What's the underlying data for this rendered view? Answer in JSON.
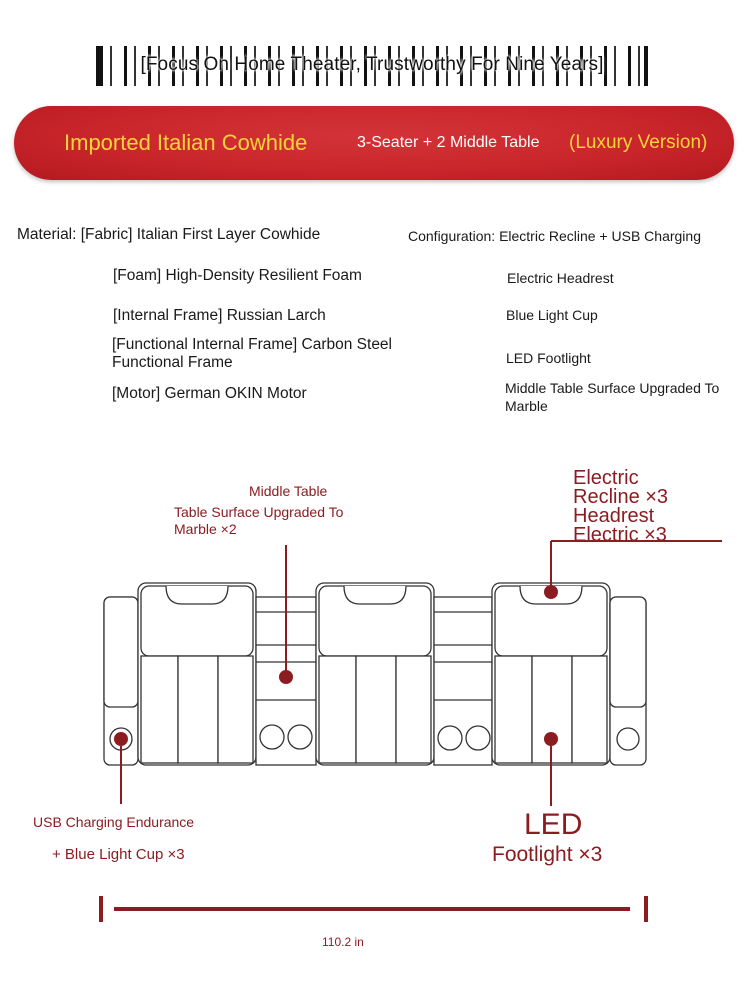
{
  "header": {
    "slogan": "[Focus On Home Theater, Trustworthy For Nine Years]"
  },
  "banner": {
    "material_title": "Imported Italian Cowhide",
    "config_title": "3-Seater + 2 Middle Table",
    "version": "(Luxury Version)"
  },
  "materials": {
    "label": "Material:",
    "items": [
      "[Fabric] Italian First Layer Cowhide",
      "[Foam] High-Density Resilient Foam",
      "[Internal Frame] Russian Larch",
      "[Functional Internal Frame] Carbon Steel Functional Frame",
      "[Motor] German OKIN Motor"
    ]
  },
  "configuration": {
    "label": "Configuration:",
    "items": [
      "Electric Recline + USB Charging",
      "Electric Headrest",
      "Blue Light Cup",
      "LED Footlight",
      "Middle Table Surface Upgraded To Marble"
    ]
  },
  "diagram": {
    "middle_table_title": "Middle Table",
    "middle_table_desc": "Table Surface Upgraded To Marble ×2",
    "electric_line1": "Electric",
    "electric_line2": "Recline ×3",
    "electric_line3": "Headrest",
    "electric_line4": "Electric ×3",
    "usb_line1": "USB Charging Endurance",
    "usb_line2": "+ Blue Light Cup ×3",
    "led_line1": "LED",
    "led_line2": "Footlight ×3",
    "dimension": "110.2 in"
  },
  "colors": {
    "banner_red": "#c9262b",
    "banner_yellow": "#f6d43a",
    "callout_red": "#8b1d22"
  }
}
